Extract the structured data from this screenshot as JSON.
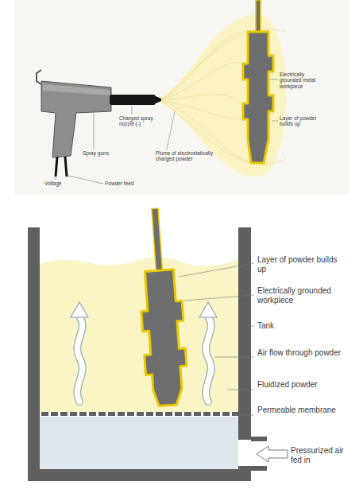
{
  "diagram": {
    "labels": [
      "Charged spray nozzle (-)",
      "Spray guns",
      "Plume of electrostatically charged powder",
      "Voltage",
      "Powder feed",
      "Electrically grounded metal workpiece",
      "Layer of powder builds up",
      "Layer of powder builds up",
      "Electrically grounded workpiece",
      "Tank",
      "Air flow through powder",
      "Fluidized powder",
      "Permeable membrane",
      "Pressurized air fed in"
    ]
  }
}
